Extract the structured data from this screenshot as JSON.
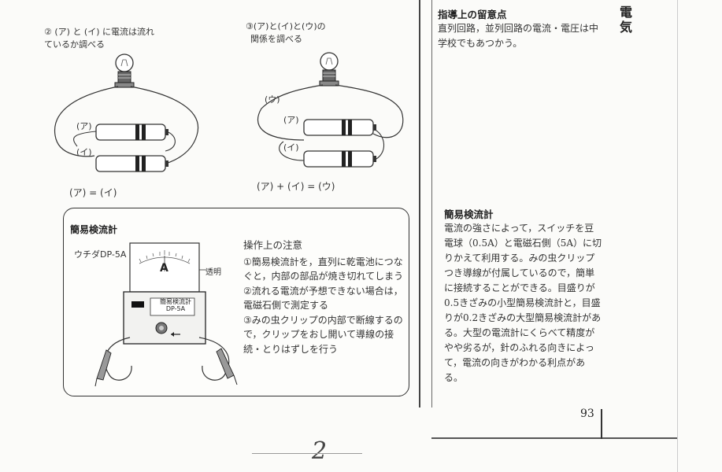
{
  "circuit_left": {
    "caption_line1": "② (ア) と (イ) に電流は流れ",
    "caption_line2": "ているか調べる",
    "label_a": "(ア)",
    "label_i": "(イ)",
    "equation": "(ア) = (イ)"
  },
  "circuit_right": {
    "caption_line1": "③(ア)と(イ)と(ウ)の",
    "caption_line2": "関係を調べる",
    "label_u": "(ウ)",
    "label_a": "(ア)",
    "label_i": "(イ)",
    "equation": "(ア) + (イ) = (ウ)"
  },
  "galvanometer_panel": {
    "title": "簡易検流計",
    "model": "ウチダDP-5A",
    "dial_letter": "A",
    "transparent_label": "透明",
    "device_name_line1": "簡易検流計",
    "device_name_line2": "DP-5A",
    "notes_title": "操作上の注意",
    "notes": [
      "①簡易検流計を，直列に乾電池につなぐと，内部の部品が焼き切れてしまう",
      "②流れる電流が予想できない場合は，電磁石側で測定する",
      "③みの虫クリップの内部で断線するので，クリップをおし開いて導線の接続・とりはずしを行う"
    ]
  },
  "right_column": {
    "vertical_label": "電気",
    "guidance": {
      "heading": "指導上の留意点",
      "text": "直列回路，並列回路の電流・電圧は中学校でもあつかう。"
    },
    "galvanometer": {
      "heading": "簡易検流計",
      "text": "電流の強さによって，スイッチを豆電球（0.5A）と電磁石側（5A）に切りかえて利用する。みの虫クリップつき導線が付属しているので，簡単に接続することができる。目盛りが0.5きざみの小型簡易検流計と，目盛りが0.2きざみの大型簡易検流計がある。大型の電流計にくらべて精度がやや劣るが，針のふれる向きによって，電流の向きがわかる利点がある。"
    },
    "page_number": "93"
  },
  "handwritten_mark": "2"
}
